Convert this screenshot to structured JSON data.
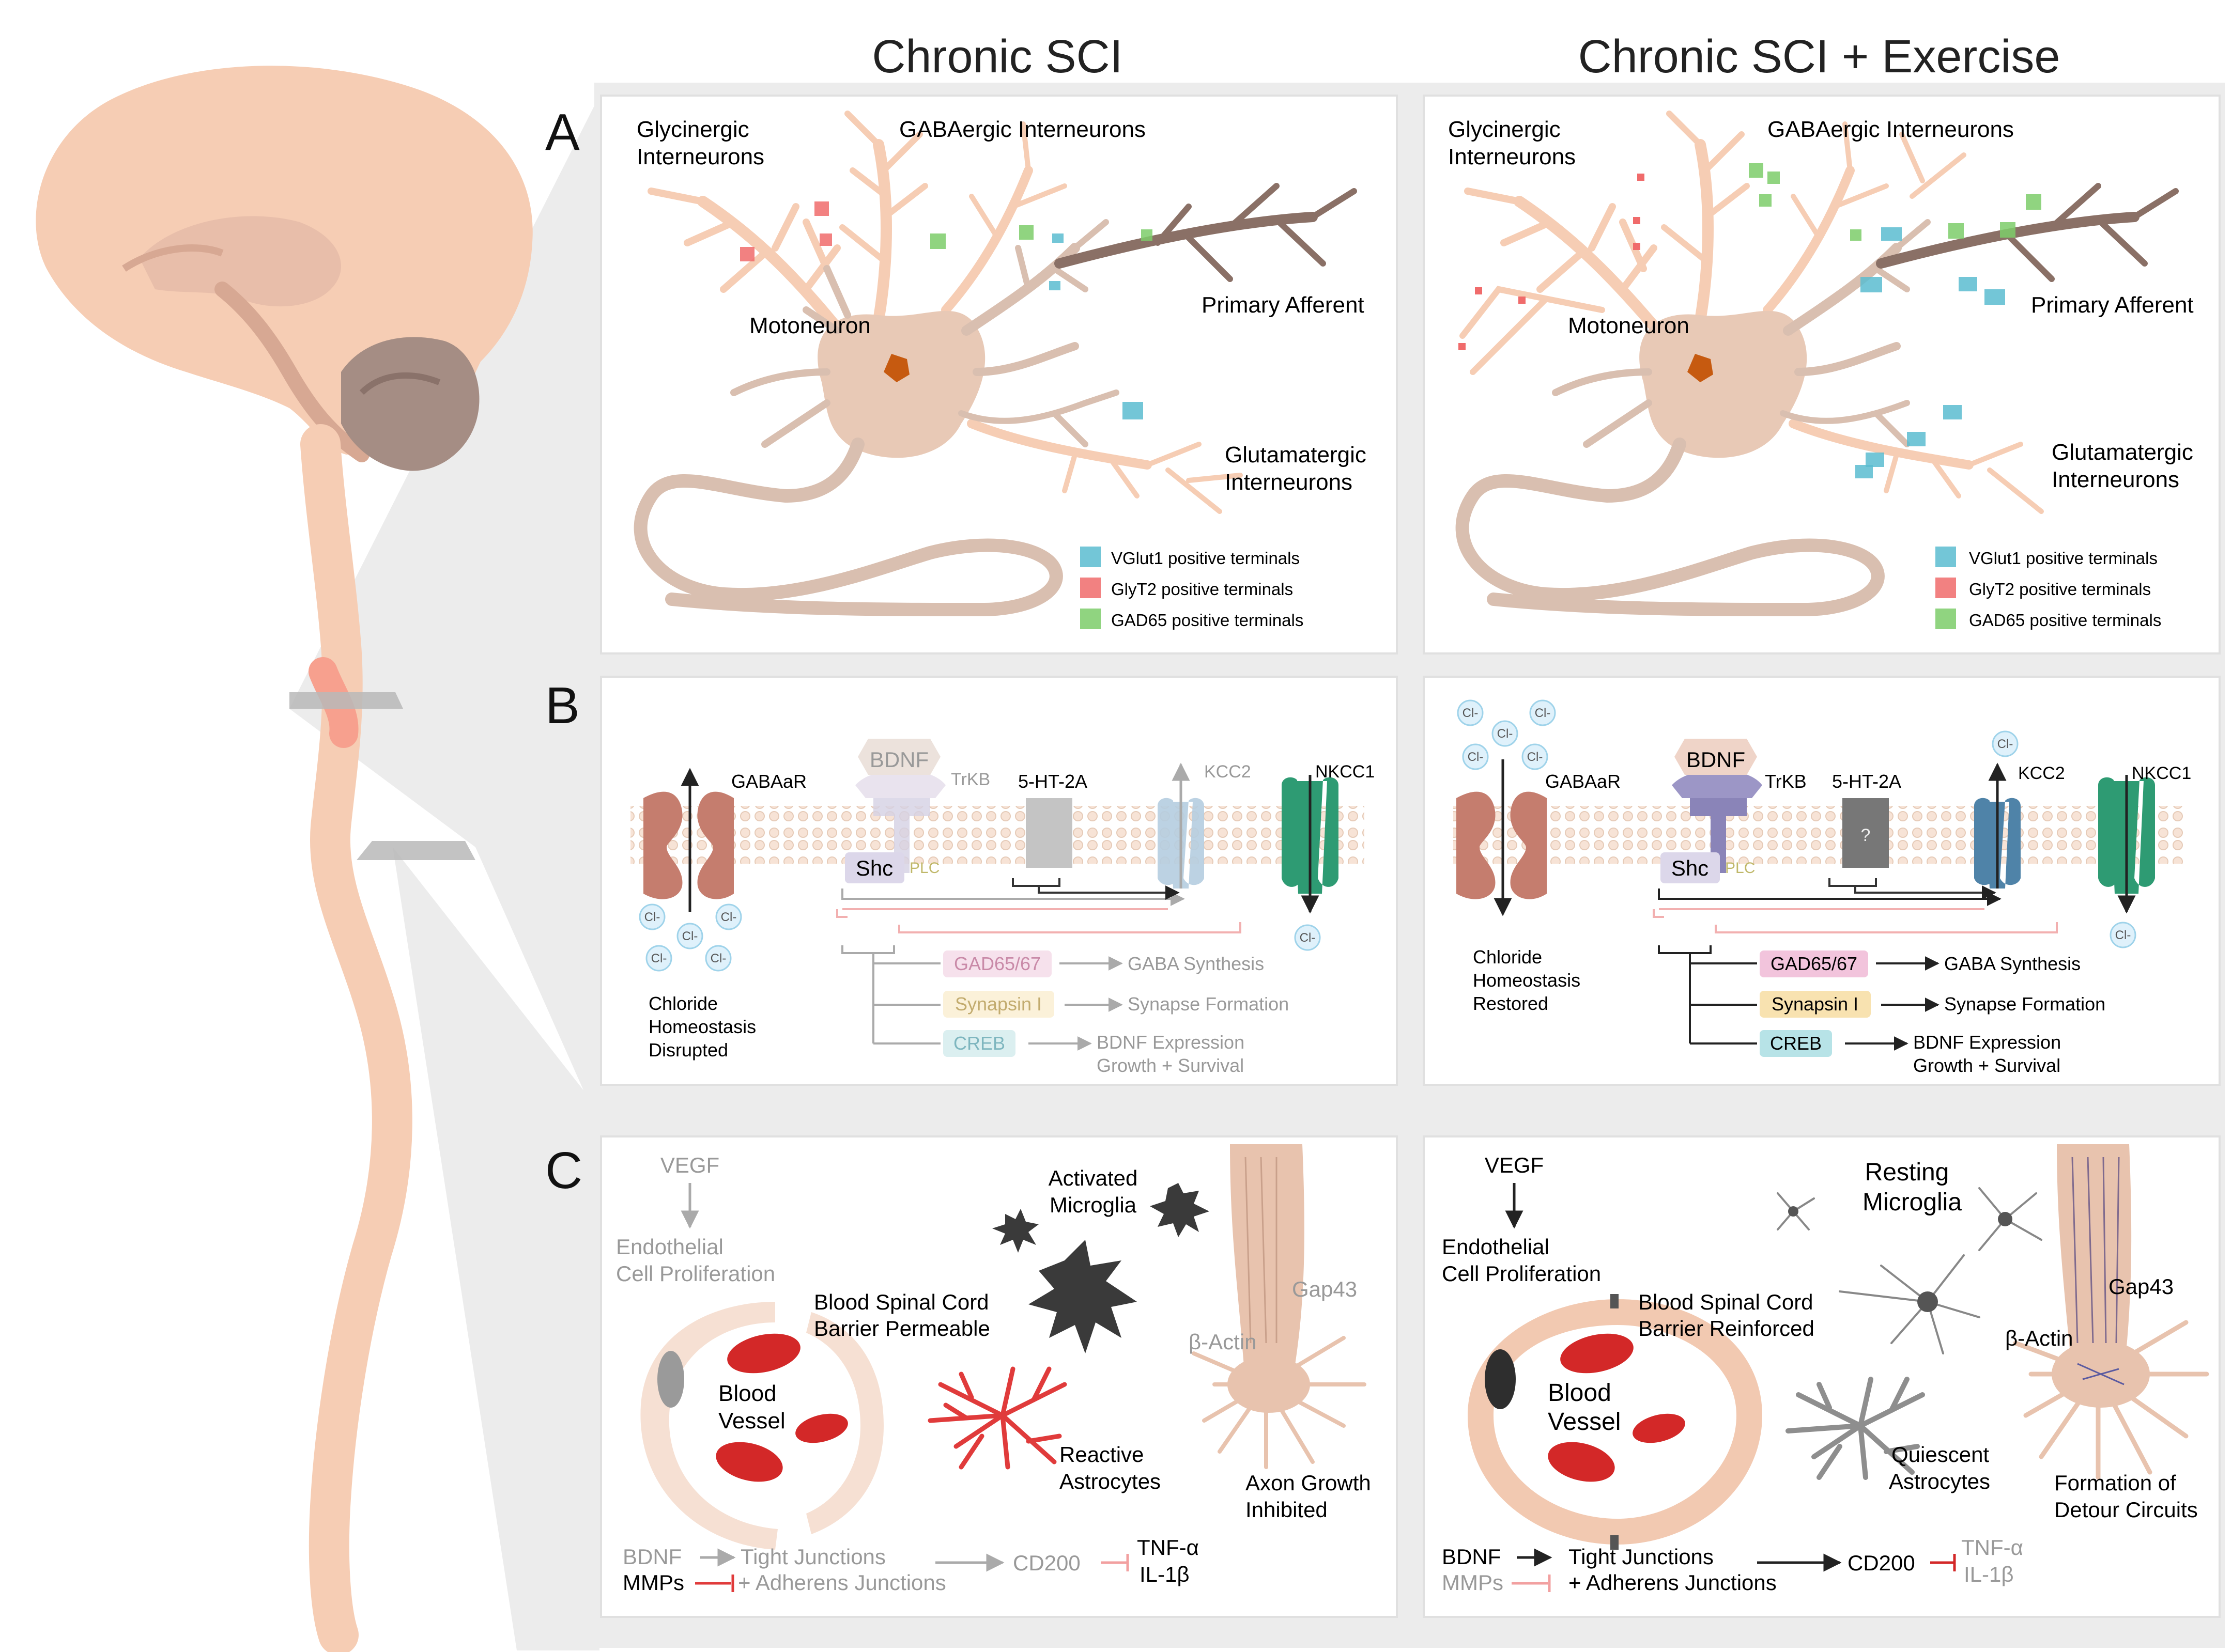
{
  "columns": {
    "left_title": "Chronic SCI",
    "right_title": "Chronic SCI + Exercise"
  },
  "panel_letters": {
    "a": "A",
    "b": "B",
    "c": "C"
  },
  "panelA": {
    "glycinergic_1": "Glycinergic",
    "glycinergic_2": "Interneurons",
    "gabaergic": "GABAergic Interneurons",
    "motoneuron": "Motoneuron",
    "primary_afferent": "Primary Afferent",
    "glutamatergic_1": "Glutamatergic",
    "glutamatergic_2": "Interneurons",
    "legend": [
      "VGlut1 positive terminals",
      "GlyT2 positive terminals",
      "GAD65 positive terminals"
    ]
  },
  "panelB": {
    "gabaar": "GABAaR",
    "bdnf": "BDNF",
    "trkb": "TrKB",
    "ht2a": "5-HT-2A",
    "kcc2": "KCC2",
    "nkcc1": "NKCC1",
    "shc": "Shc",
    "plc": "PLC",
    "cl": "Cl-",
    "question": "?",
    "gad": "GAD65/67",
    "gaba_synthesis": "GABA Synthesis",
    "synapsin": "Synapsin I",
    "synapse_formation": "Synapse Formation",
    "creb": "CREB",
    "bdnf_expression": "BDNF Expression",
    "growth_survival": "Growth + Survival",
    "left_status": [
      "Chloride",
      "Homeostasis",
      "Disrupted"
    ],
    "right_status": [
      "Chloride",
      "Homeostasis",
      "Restored"
    ]
  },
  "panelC": {
    "vegf": "VEGF",
    "endothelial_1": "Endothelial",
    "endothelial_2": "Cell Proliferation",
    "bscb_1": "Blood Spinal Cord",
    "bscb_left_2": "Barrier Permeable",
    "bscb_right_2": "Barrier Reinforced",
    "blood_1": "Blood",
    "blood_2": "Vessel",
    "activated_1": "Activated",
    "activated_2": "Microglia",
    "resting_1": "Resting",
    "resting_2": "Microglia",
    "reactive_1": "Reactive",
    "reactive_2": "Astrocytes",
    "quiescent_1": "Quiescent",
    "quiescent_2": "Astrocytes",
    "gap43": "Gap43",
    "bactin": "β-Actin",
    "axon_1": "Axon Growth",
    "axon_2": "Inhibited",
    "detour_1": "Formation of",
    "detour_2": "Detour Circuits",
    "bdnf": "BDNF",
    "mmps": "MMPs",
    "tight": "Tight Junctions",
    "adherens": "+ Adherens Junctions",
    "cd200": "CD200",
    "tnf": "TNF-α",
    "il1b": "IL-1β"
  },
  "colors": {
    "vglut1": "#5bbcd0",
    "glyt2": "#f06b6b",
    "gad65": "#7dcc6a",
    "neuron": "#d9bfb0",
    "afferent": "#8a7066"
  }
}
